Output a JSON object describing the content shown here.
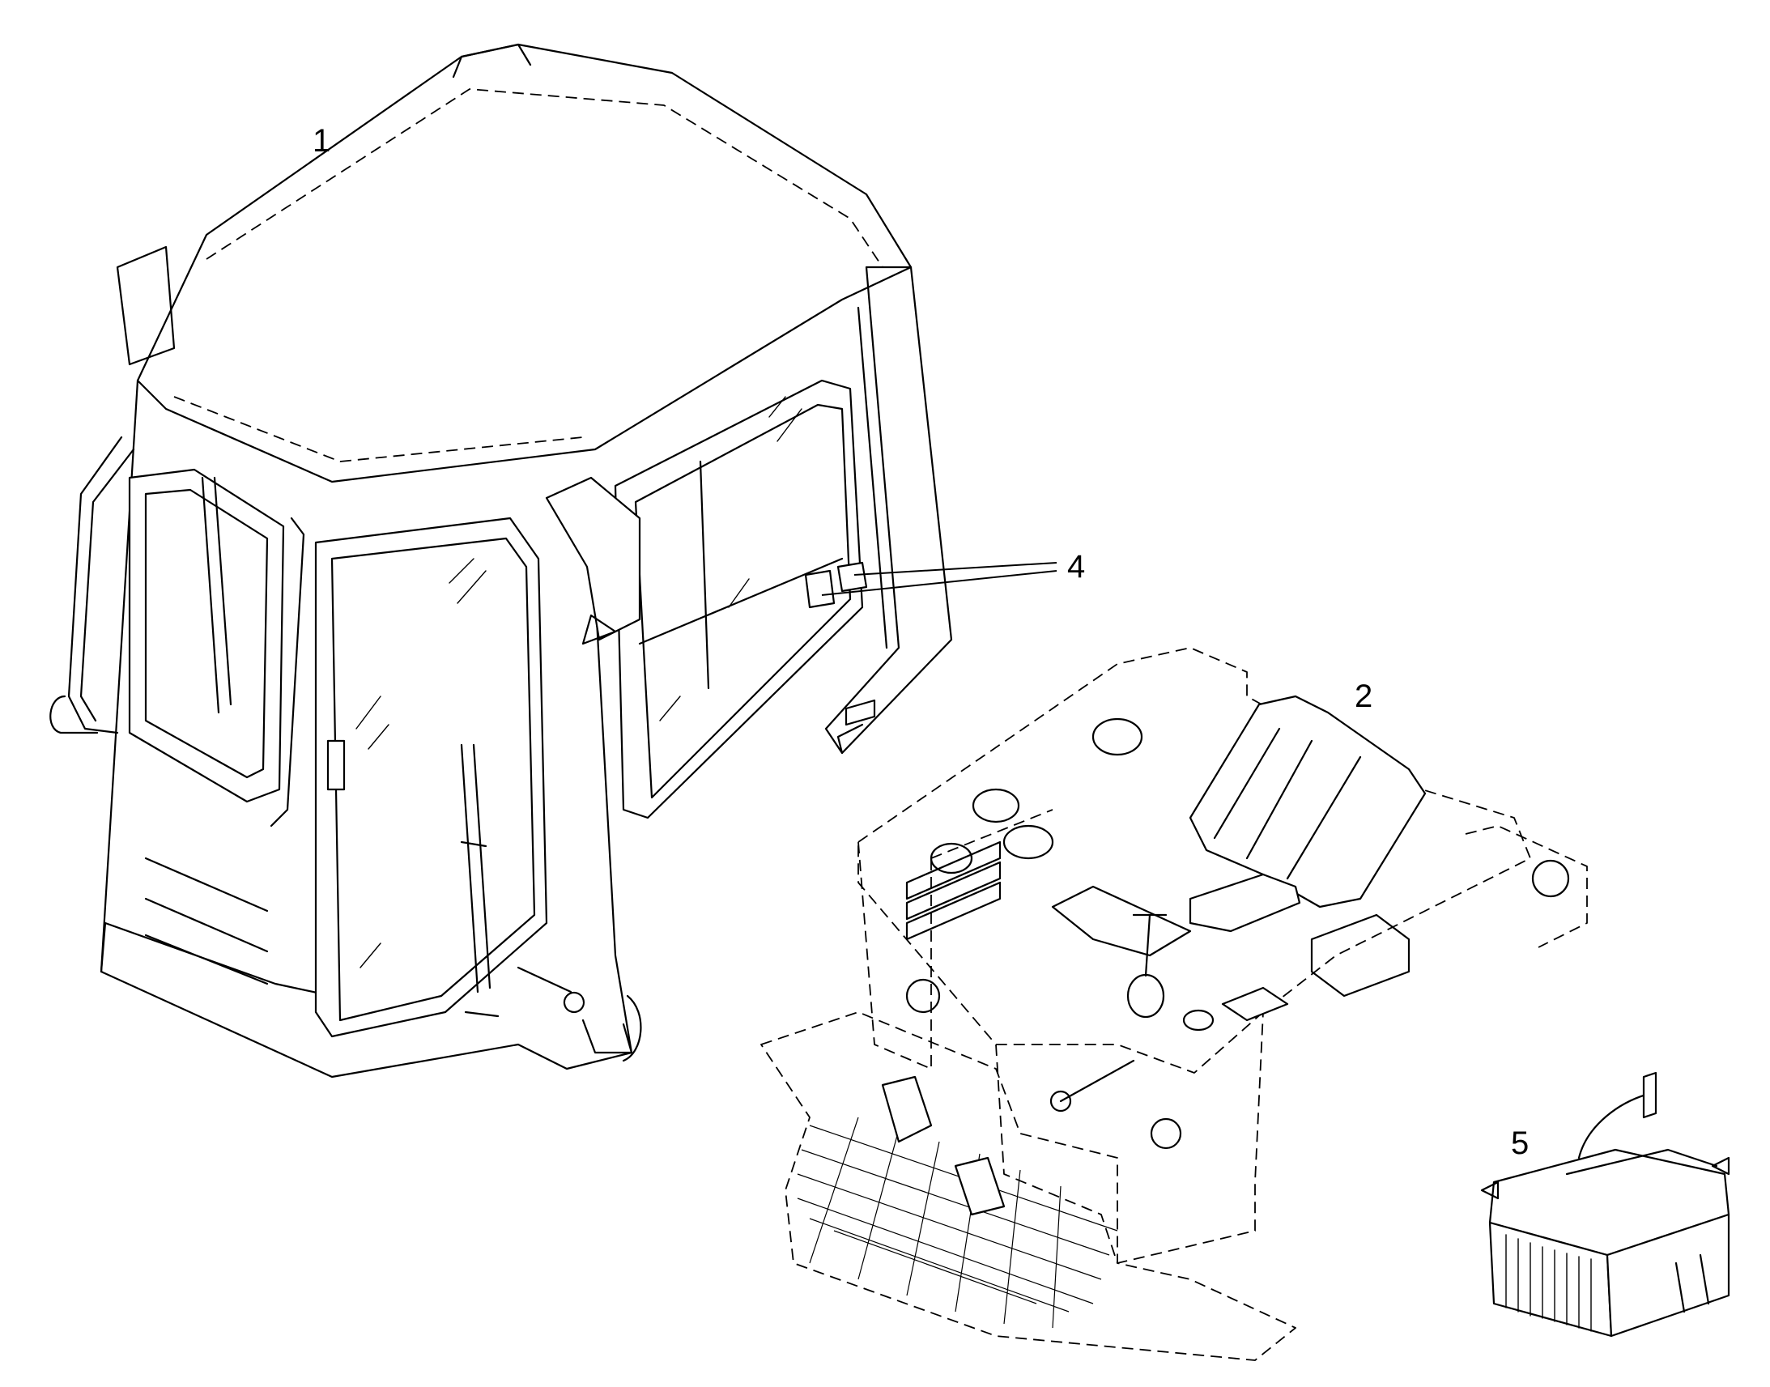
{
  "callouts": [
    {
      "id": "1",
      "text": "1"
    },
    {
      "id": "2",
      "text": "2"
    },
    {
      "id": "4",
      "text": "4"
    },
    {
      "id": "5",
      "text": "5"
    }
  ],
  "colors": {
    "line": "#000000",
    "background": "#ffffff"
  }
}
